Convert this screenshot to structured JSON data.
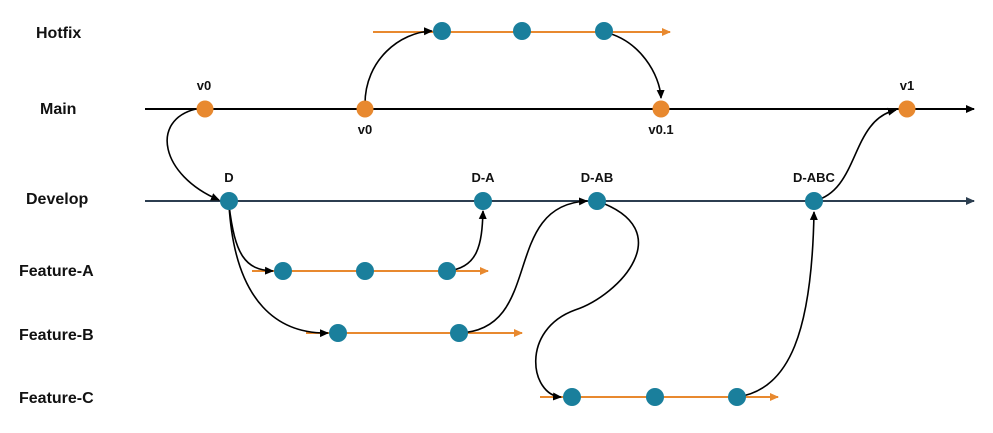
{
  "lanes": {
    "hotfix": "Hotfix",
    "main": "Main",
    "develop": "Develop",
    "feature_a": "Feature-A",
    "feature_b": "Feature-B",
    "feature_c": "Feature-C"
  },
  "tags": {
    "main_v0_top": "v0",
    "main_v0_bottom": "v0",
    "main_v01": "v0.1",
    "main_v1": "v1",
    "dev_d": "D",
    "dev_da": "D-A",
    "dev_dab": "D-AB",
    "dev_dabc": "D-ABC"
  },
  "colors": {
    "commit_blue": "#1a7f9c",
    "tag_orange": "#e8892f",
    "branch_orange": "#e8892f",
    "main_line": "#000000",
    "develop_line": "#2c3e50",
    "connector": "#000000"
  }
}
